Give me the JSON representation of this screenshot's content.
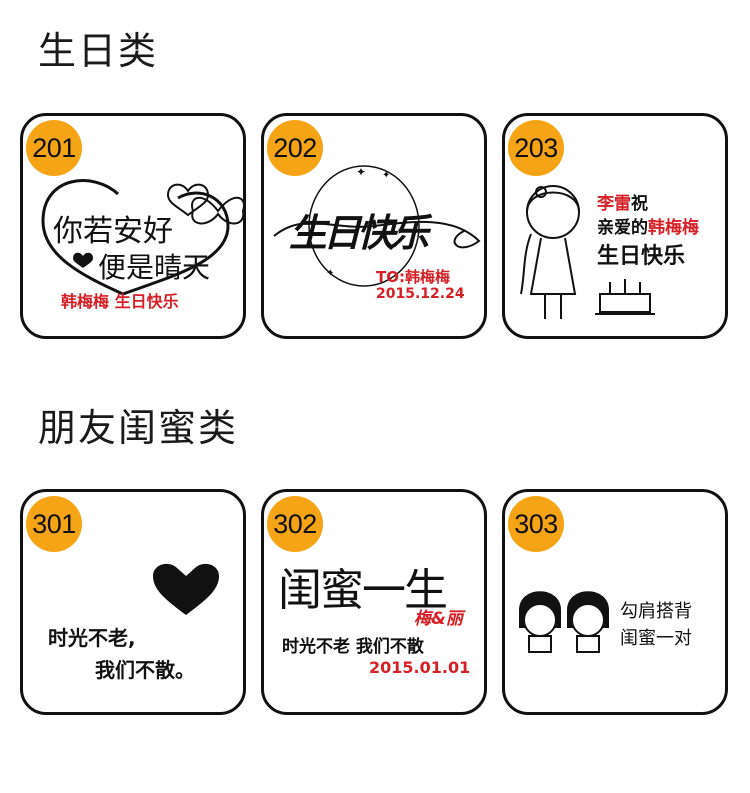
{
  "sections": [
    {
      "title": "生日类"
    },
    {
      "title": "朋友闺蜜类"
    }
  ],
  "cards": [
    {
      "number": "201",
      "line1": "你若安好",
      "line2": "便是晴天",
      "line3": "韩梅梅 生日快乐"
    },
    {
      "number": "202",
      "main": "生日快乐",
      "to": "TO:韩梅梅",
      "date": "2015.12.24"
    },
    {
      "number": "203",
      "line1a": "李雷",
      "line1b": "祝",
      "line2a": "亲爱的",
      "line2b": "韩梅梅",
      "line3": "生日快乐"
    },
    {
      "number": "301",
      "line1": "时光不老,",
      "line2": "我们不散。"
    },
    {
      "number": "302",
      "main": "闺蜜一生",
      "names": "梅&丽",
      "line": "时光不老 我们不散",
      "date": "2015.01.01"
    },
    {
      "number": "303",
      "line1": "勾肩搭背",
      "line2": "闺蜜一对"
    }
  ],
  "colors": {
    "badge": "#f5a415",
    "accent_red": "#d61f26",
    "ink": "#111111"
  }
}
